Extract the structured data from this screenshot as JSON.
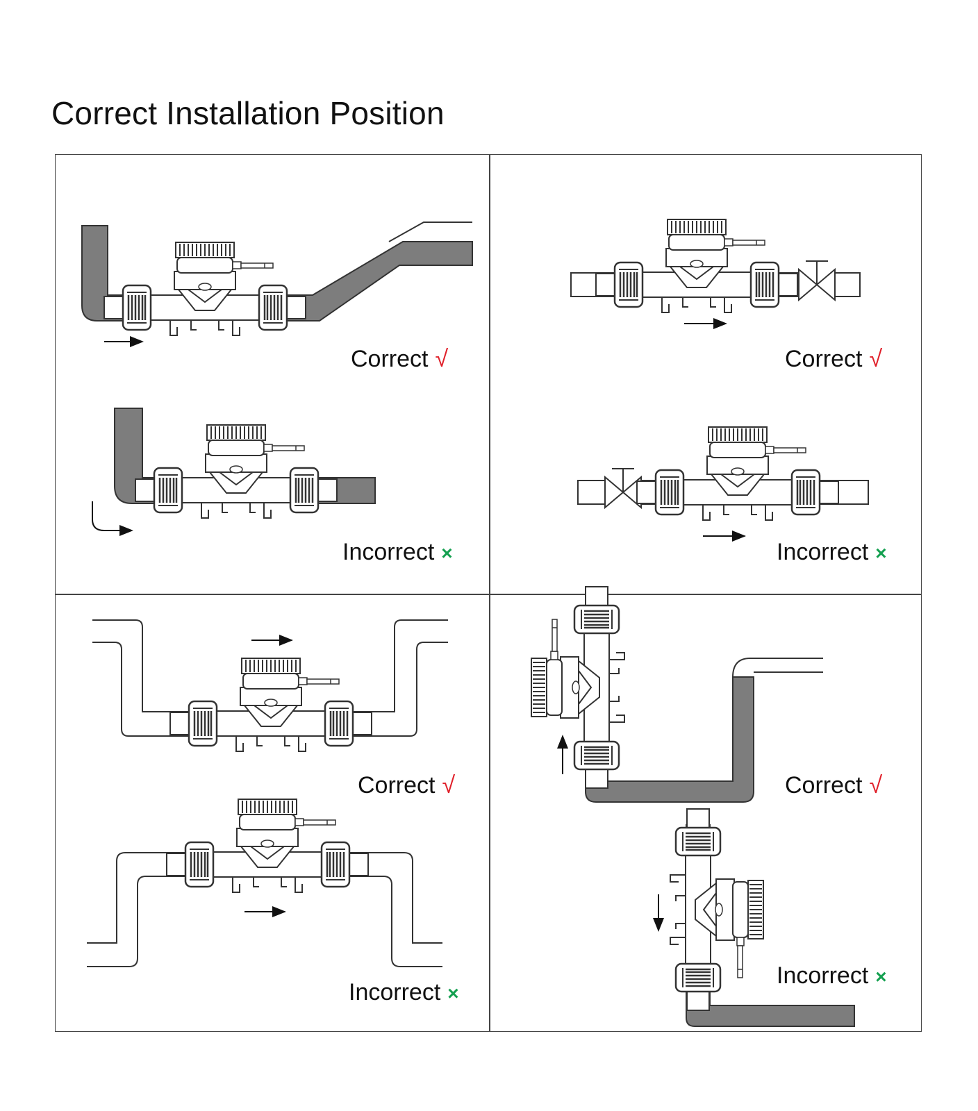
{
  "title": "Correct Installation Position",
  "verdicts": {
    "correct": "Correct",
    "incorrect": "Incorrect",
    "check_mark": "√",
    "cross_mark": "×"
  },
  "colors": {
    "pipe_fill": "#7d7d7d",
    "outline": "#333333",
    "check": "#e0202a",
    "cross": "#14a050"
  },
  "panels": [
    {
      "id": "top-left",
      "cases": [
        "correct",
        "incorrect"
      ]
    },
    {
      "id": "top-right",
      "cases": [
        "correct",
        "incorrect"
      ]
    },
    {
      "id": "bottom-left",
      "cases": [
        "correct",
        "incorrect"
      ]
    },
    {
      "id": "bottom-right",
      "cases": [
        "correct",
        "incorrect"
      ]
    }
  ]
}
